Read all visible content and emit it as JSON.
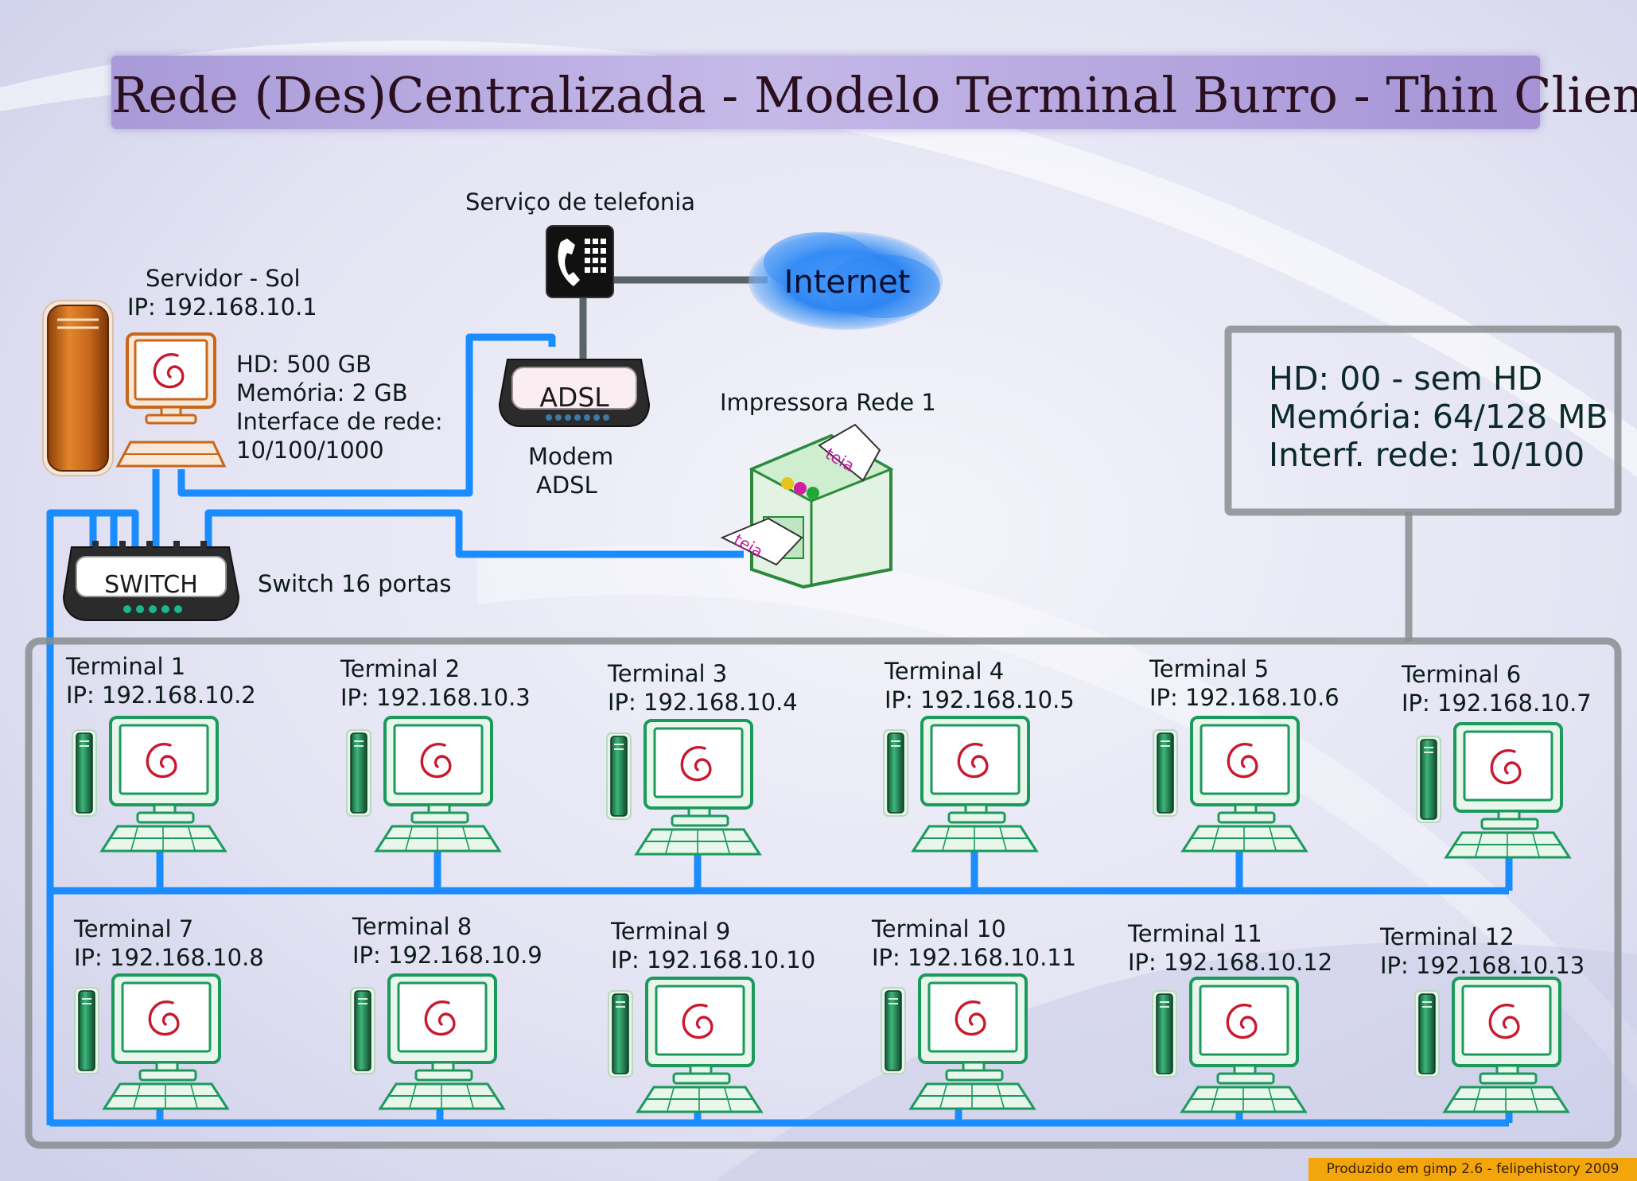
{
  "title": "Rede (Des)Centralizada - Modelo Terminal Burro - Thin Client",
  "telephony": {
    "label": "Serviço de telefonia"
  },
  "internet": {
    "label": "Internet"
  },
  "server": {
    "name": "Servidor - Sol",
    "ip": "IP: 192.168.10.1",
    "specs": [
      "HD: 500 GB",
      "Memória: 2 GB",
      "Interface de rede:",
      "10/100/1000"
    ]
  },
  "modem": {
    "device_text": "ADSL",
    "label_line1": "Modem",
    "label_line2": "ADSL"
  },
  "printer": {
    "label": "Impressora Rede 1",
    "paper_text": "teia"
  },
  "switch": {
    "device_text": "SWITCH",
    "label": "Switch 16 portas"
  },
  "terminal_specs": [
    "HD: 00 - sem HD",
    "Memória: 64/128 MB",
    "Interf. rede: 10/100"
  ],
  "terminals": [
    {
      "name": "Terminal 1",
      "ip": "IP: 192.168.10.2"
    },
    {
      "name": "Terminal 2",
      "ip": "IP: 192.168.10.3"
    },
    {
      "name": "Terminal 3",
      "ip": "IP: 192.168.10.4"
    },
    {
      "name": "Terminal 4",
      "ip": "IP: 192.168.10.5"
    },
    {
      "name": "Terminal 5",
      "ip": "IP: 192.168.10.6"
    },
    {
      "name": "Terminal 6",
      "ip": "IP: 192.168.10.7"
    },
    {
      "name": "Terminal 7",
      "ip": "IP: 192.168.10.8"
    },
    {
      "name": "Terminal 8",
      "ip": "IP: 192.168.10.9"
    },
    {
      "name": "Terminal 9",
      "ip": "IP: 192.168.10.10"
    },
    {
      "name": "Terminal 10",
      "ip": "IP: 192.168.10.11"
    },
    {
      "name": "Terminal 11",
      "ip": "IP: 192.168.10.12"
    },
    {
      "name": "Terminal 12",
      "ip": "IP: 192.168.10.13"
    }
  ],
  "footer": "Produzido em gimp 2.6 - felipehistory 2009",
  "colors": {
    "background": "#dcdcf0",
    "cable": "#1a8cff",
    "gray_cable": "#5a6468",
    "terminal_green": "#1b9a5c",
    "server_orange": "#c8661a",
    "footer_bg": "#f3a60b"
  }
}
